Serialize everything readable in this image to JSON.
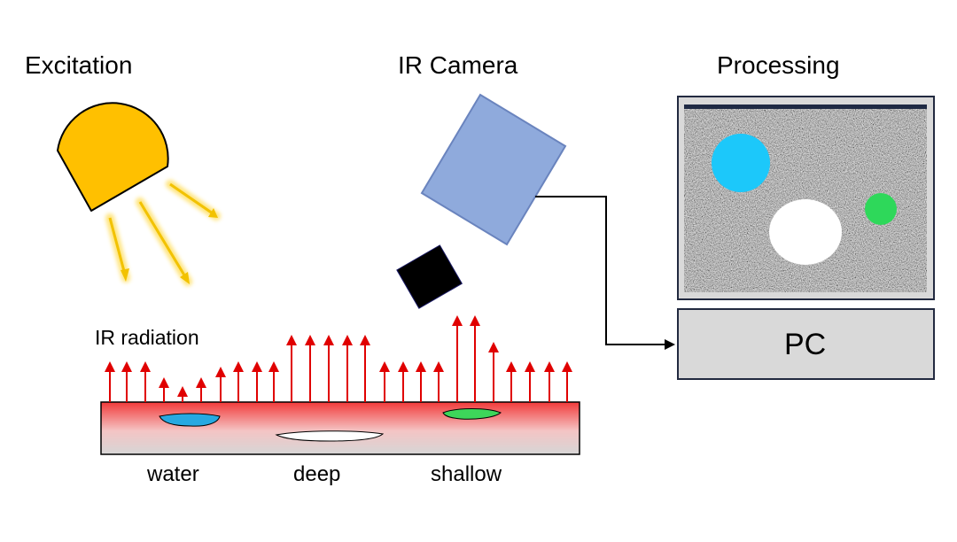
{
  "headings": {
    "excitation": "Excitation",
    "camera": "IR Camera",
    "processing": "Processing"
  },
  "labels": {
    "radiation": "IR radiation",
    "pc": "PC",
    "defects": [
      "water",
      "deep",
      "shallow"
    ]
  },
  "colors": {
    "lamp": "#FFC000",
    "light_rays": "#F2C200",
    "camera_body": "#8FAADC",
    "lens": "#000000",
    "arrows": "#E00000",
    "specimen_top": "#F23A3A",
    "specimen_bottom": "#D8D8D8",
    "water": "#27A9E1",
    "shallow": "#3DD65A",
    "deep": "#FFFFFF",
    "monitor_noise": "#8A8A8A",
    "spot_blue": "#1CC8FA",
    "spot_green": "#2ED85A",
    "spot_white": "#FFFFFF",
    "pc_box": "#D9D9D9"
  }
}
